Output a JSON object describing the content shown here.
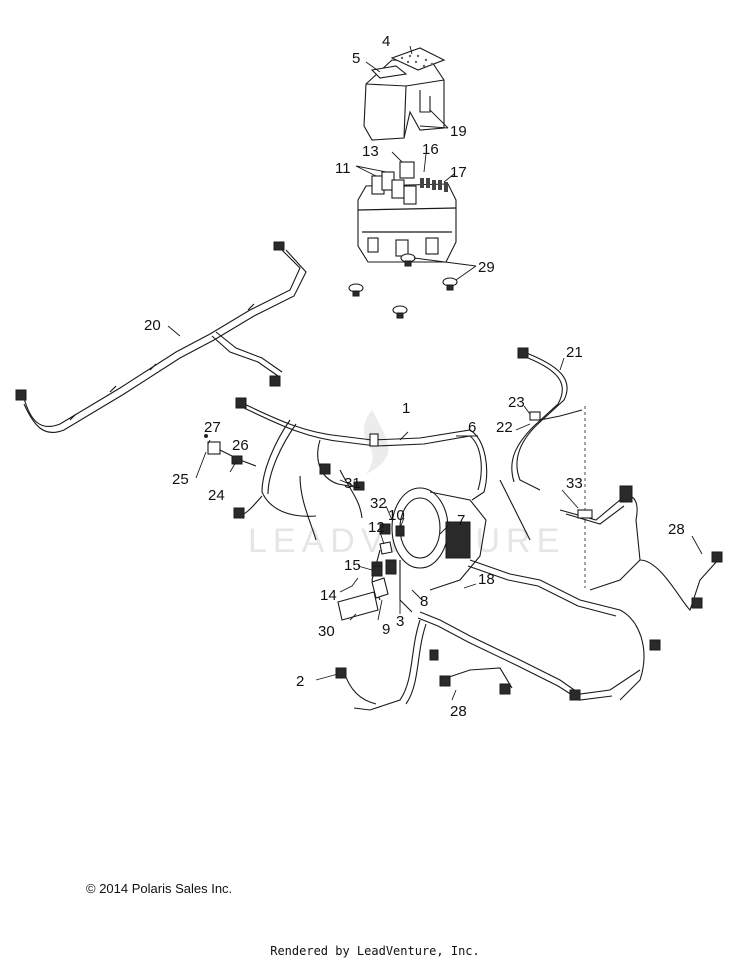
{
  "watermark": "LEADVENTURE",
  "callouts": {
    "c1": "1",
    "c2": "2",
    "c3": "3",
    "c4": "4",
    "c5": "5",
    "c6": "6",
    "c7": "7",
    "c8": "8",
    "c9": "9",
    "c10": "10",
    "c11": "11",
    "c12": "12",
    "c13": "13",
    "c14": "14",
    "c15": "15",
    "c16": "16",
    "c17": "17",
    "c18": "18",
    "c19": "19",
    "c20": "20",
    "c21": "21",
    "c22": "22",
    "c23": "23",
    "c24": "24",
    "c25": "25",
    "c26": "26",
    "c27": "27",
    "c28a": "28",
    "c28b": "28",
    "c29": "29",
    "c30": "30",
    "c31": "31",
    "c32": "32",
    "c33": "33"
  },
  "footer": {
    "copyright": "© 2014 Polaris Sales Inc.",
    "rendered_by": "Rendered by LeadVenture, Inc."
  }
}
